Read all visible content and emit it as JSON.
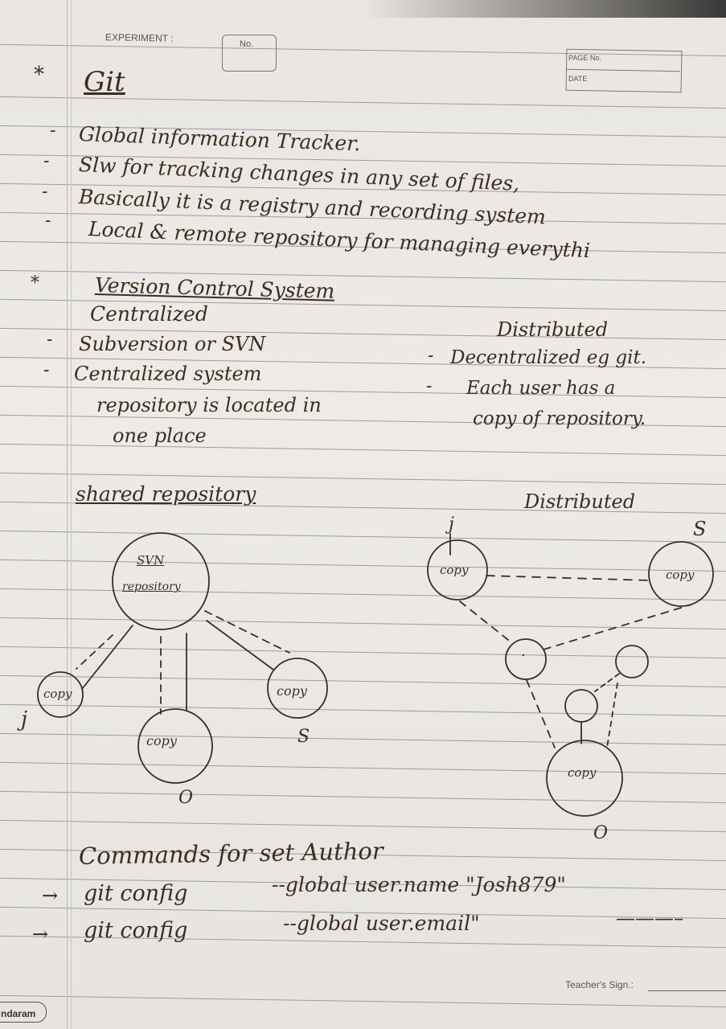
{
  "header": {
    "experiment_label": "EXPERIMENT :",
    "no_label": "No.",
    "page_no_label": "PAGE No.",
    "date_label": "DATE"
  },
  "notes": {
    "title": "Git",
    "title_bullet": "*",
    "git_points": [
      "Global information Tracker.",
      "Slw for tracking changes in any set of files,",
      "Basically it is a registry and recording system",
      "Local & remote repository for managing everythi"
    ],
    "vcs_bullet": "*",
    "vcs_heading": "Version Control System",
    "centralized_heading": "Centralized",
    "centralized_points": [
      "Subversion or SVN",
      "Centralized system",
      "repository is located in",
      "one place"
    ],
    "distributed_heading": "Distributed",
    "distributed_points": [
      "Decentralized eg git.",
      "Each user has a",
      "copy of repository."
    ]
  },
  "diagrams": {
    "shared_title": "shared repository",
    "svn_node_line1": "SVN",
    "svn_node_line2": "repository",
    "copy_label": "copy",
    "user_j": "j",
    "user_s": "S",
    "user_o": "O",
    "distributed_title": "Distributed",
    "dist_node_dot": "."
  },
  "commands": {
    "heading": "Commands for set Author",
    "lines": [
      {
        "cmd": "git config",
        "args": "--global user.name \"Josh879\""
      },
      {
        "cmd": "git config",
        "args": "--global user.email\""
      }
    ]
  },
  "footer": {
    "teacher_sign": "Teacher's Sign.:",
    "brand": "ndaram"
  },
  "colors": {
    "ink": "#3e2c22",
    "paper": "#ebe8e4",
    "rule": "#9c9aa6"
  }
}
